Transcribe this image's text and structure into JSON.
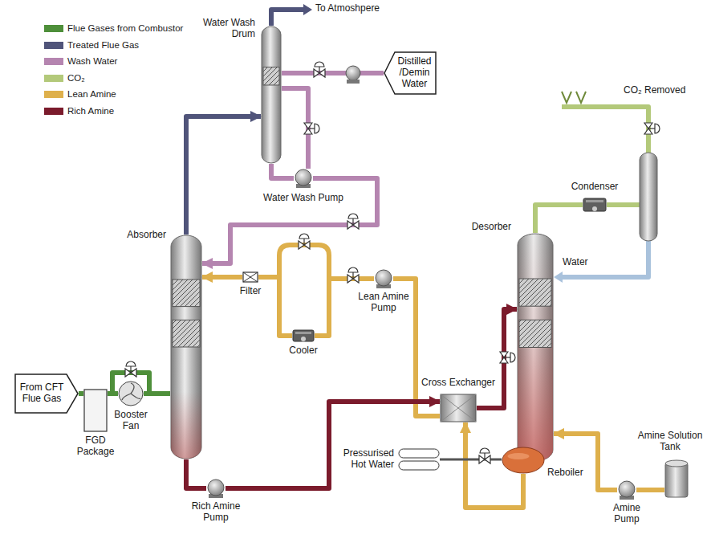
{
  "diagram": {
    "nodes": [
      {
        "text": [
          "From CFT Flue Gas"
        ]
      },
      {
        "text": [
          "FGD Package"
        ]
      },
      {
        "text": [
          "Booster Fan"
        ]
      },
      {
        "text": [
          "Absorber"
        ]
      },
      {
        "text": [
          "Water Wash Drum"
        ]
      },
      {
        "text": [
          "Distilled /Demin Water"
        ]
      },
      {
        "text": [
          "Water Wash Pump"
        ]
      },
      {
        "text": [
          "Filter"
        ]
      },
      {
        "text": [
          "Cooler"
        ]
      },
      {
        "text": [
          "Lean Amine Pump"
        ]
      },
      {
        "text": [
          "Cross Exchanger"
        ]
      },
      {
        "text": [
          "Rich Amine Pump"
        ]
      },
      {
        "text": [
          "Desorber"
        ]
      },
      {
        "text": [
          "Condenser"
        ]
      },
      {
        "text": [
          "Reboiler"
        ]
      },
      {
        "text": [
          "Pressurised Hot Water"
        ]
      },
      {
        "text": [
          "Amine Solution Tank"
        ]
      },
      {
        "text": [
          "Amine Pump"
        ]
      }
    ],
    "edges": [
      {
        "from": 0,
        "to": 1,
        "arrow": "none"
      },
      {
        "from": 1,
        "to": 2,
        "arrow": "none"
      },
      {
        "from": 2,
        "to": 3,
        "arrow": "none"
      },
      {
        "from": 3,
        "to": 4,
        "arrow": "to"
      },
      {
        "from": 5,
        "to": 4,
        "arrow": "none"
      },
      {
        "from": 4,
        "to": 6,
        "arrow": "none"
      },
      {
        "from": 6,
        "to": 4,
        "arrow": "none"
      },
      {
        "from": 6,
        "to": 3,
        "arrow": "to"
      },
      {
        "from": 7,
        "to": 3,
        "arrow": "to"
      },
      {
        "from": 10,
        "to": 9,
        "arrow": "none"
      },
      {
        "from": 9,
        "to": 8,
        "arrow": "none"
      },
      {
        "from": 8,
        "to": 7,
        "arrow": "none"
      },
      {
        "from": 3,
        "to": 11,
        "arrow": "none"
      },
      {
        "from": 11,
        "to": 10,
        "arrow": "to"
      },
      {
        "from": 10,
        "to": 12,
        "arrow": "to"
      },
      {
        "from": 12,
        "to": 13,
        "arrow": "none"
      },
      {
        "from": 14,
        "to": 10,
        "arrow": "to"
      },
      {
        "from": 15,
        "to": 14,
        "arrow": "none"
      },
      {
        "from": 16,
        "to": 17,
        "arrow": "none"
      },
      {
        "from": 17,
        "to": 12,
        "arrow": "to"
      }
    ],
    "labels": [
      "To Atmoshpere",
      "CO₂ Removed",
      "Water"
    ],
    "legend": [
      {
        "text": "Flue Gases from Combustor",
        "color": "#4e8f3a"
      },
      {
        "text": "Treated Flue Gas",
        "color": "#50547a"
      },
      {
        "text": "Wash Water",
        "color": "#b585b0"
      },
      {
        "text": "CO₂",
        "color": "#b3c97a"
      },
      {
        "text": "Lean Amine",
        "color": "#deb04c"
      },
      {
        "text": "Rich Amine",
        "color": "#7b1b2c"
      }
    ]
  }
}
